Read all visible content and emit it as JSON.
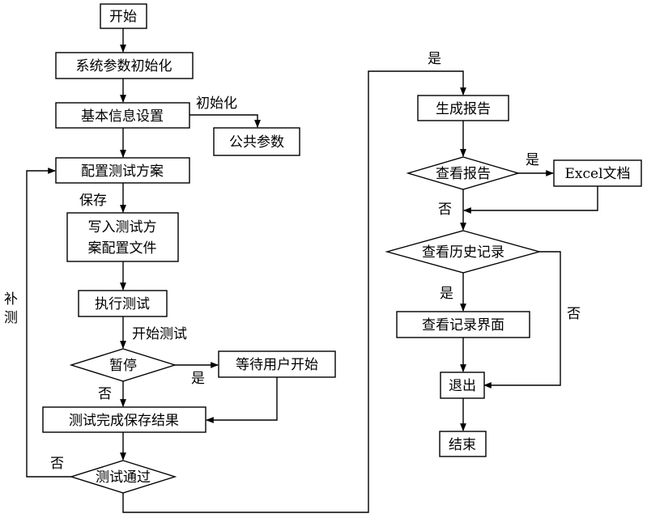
{
  "nodes": {
    "start": "开始",
    "sys_init": "系统参数初始化",
    "basic_info": "基本信息设置",
    "public_params": "公共参数",
    "config_plan": "配置测试方案",
    "write_config_line1": "写入测试方",
    "write_config_line2": "案配置文件",
    "run_test": "执行测试",
    "pause": "暂停",
    "wait_user": "等待用户开始",
    "complete_save": "测试完成保存结果",
    "test_pass": "测试通过",
    "gen_report": "生成报告",
    "view_report": "查看报告",
    "excel_doc": "Excel文档",
    "view_history": "查看历史记录",
    "view_record_ui": "查看记录界面",
    "exit": "退出",
    "end": "结束"
  },
  "labels": {
    "init": "初始化",
    "save": "保存",
    "start_test": "开始测试",
    "pause_yes": "是",
    "pause_no": "否",
    "pass_no": "否",
    "retest_1": "补",
    "retest_2": "测",
    "pass_yes": "是",
    "report_yes": "是",
    "report_no": "否",
    "history_yes": "是",
    "history_no": "否"
  }
}
